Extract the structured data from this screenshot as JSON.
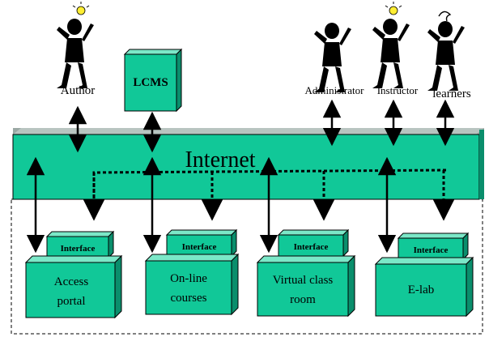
{
  "colors": {
    "box": "#11c898",
    "box_top": "#7be8c8",
    "box_side": "#0a8e6c",
    "band_back": "#9aa8a4",
    "stroke": "#000000"
  },
  "actors": {
    "author": "Author",
    "administrator": "Administrator",
    "instructor": "Instructor",
    "learners": "learners"
  },
  "server": {
    "label": "LCMS"
  },
  "network": {
    "label": "Internet"
  },
  "interface_label": "Interface",
  "modules": {
    "access_portal": [
      "Access",
      "portal"
    ],
    "online_courses": [
      "On-line",
      "courses"
    ],
    "virtual_class": [
      "Virtual class",
      "room"
    ],
    "elab": [
      "E-lab"
    ]
  },
  "icons": {
    "author": "thinking-person-with-lightbulb-icon",
    "administrator": "pointing-person-icon",
    "instructor": "thinking-person-with-lightbulb-icon",
    "learners": "head-scratching-person-icon"
  }
}
